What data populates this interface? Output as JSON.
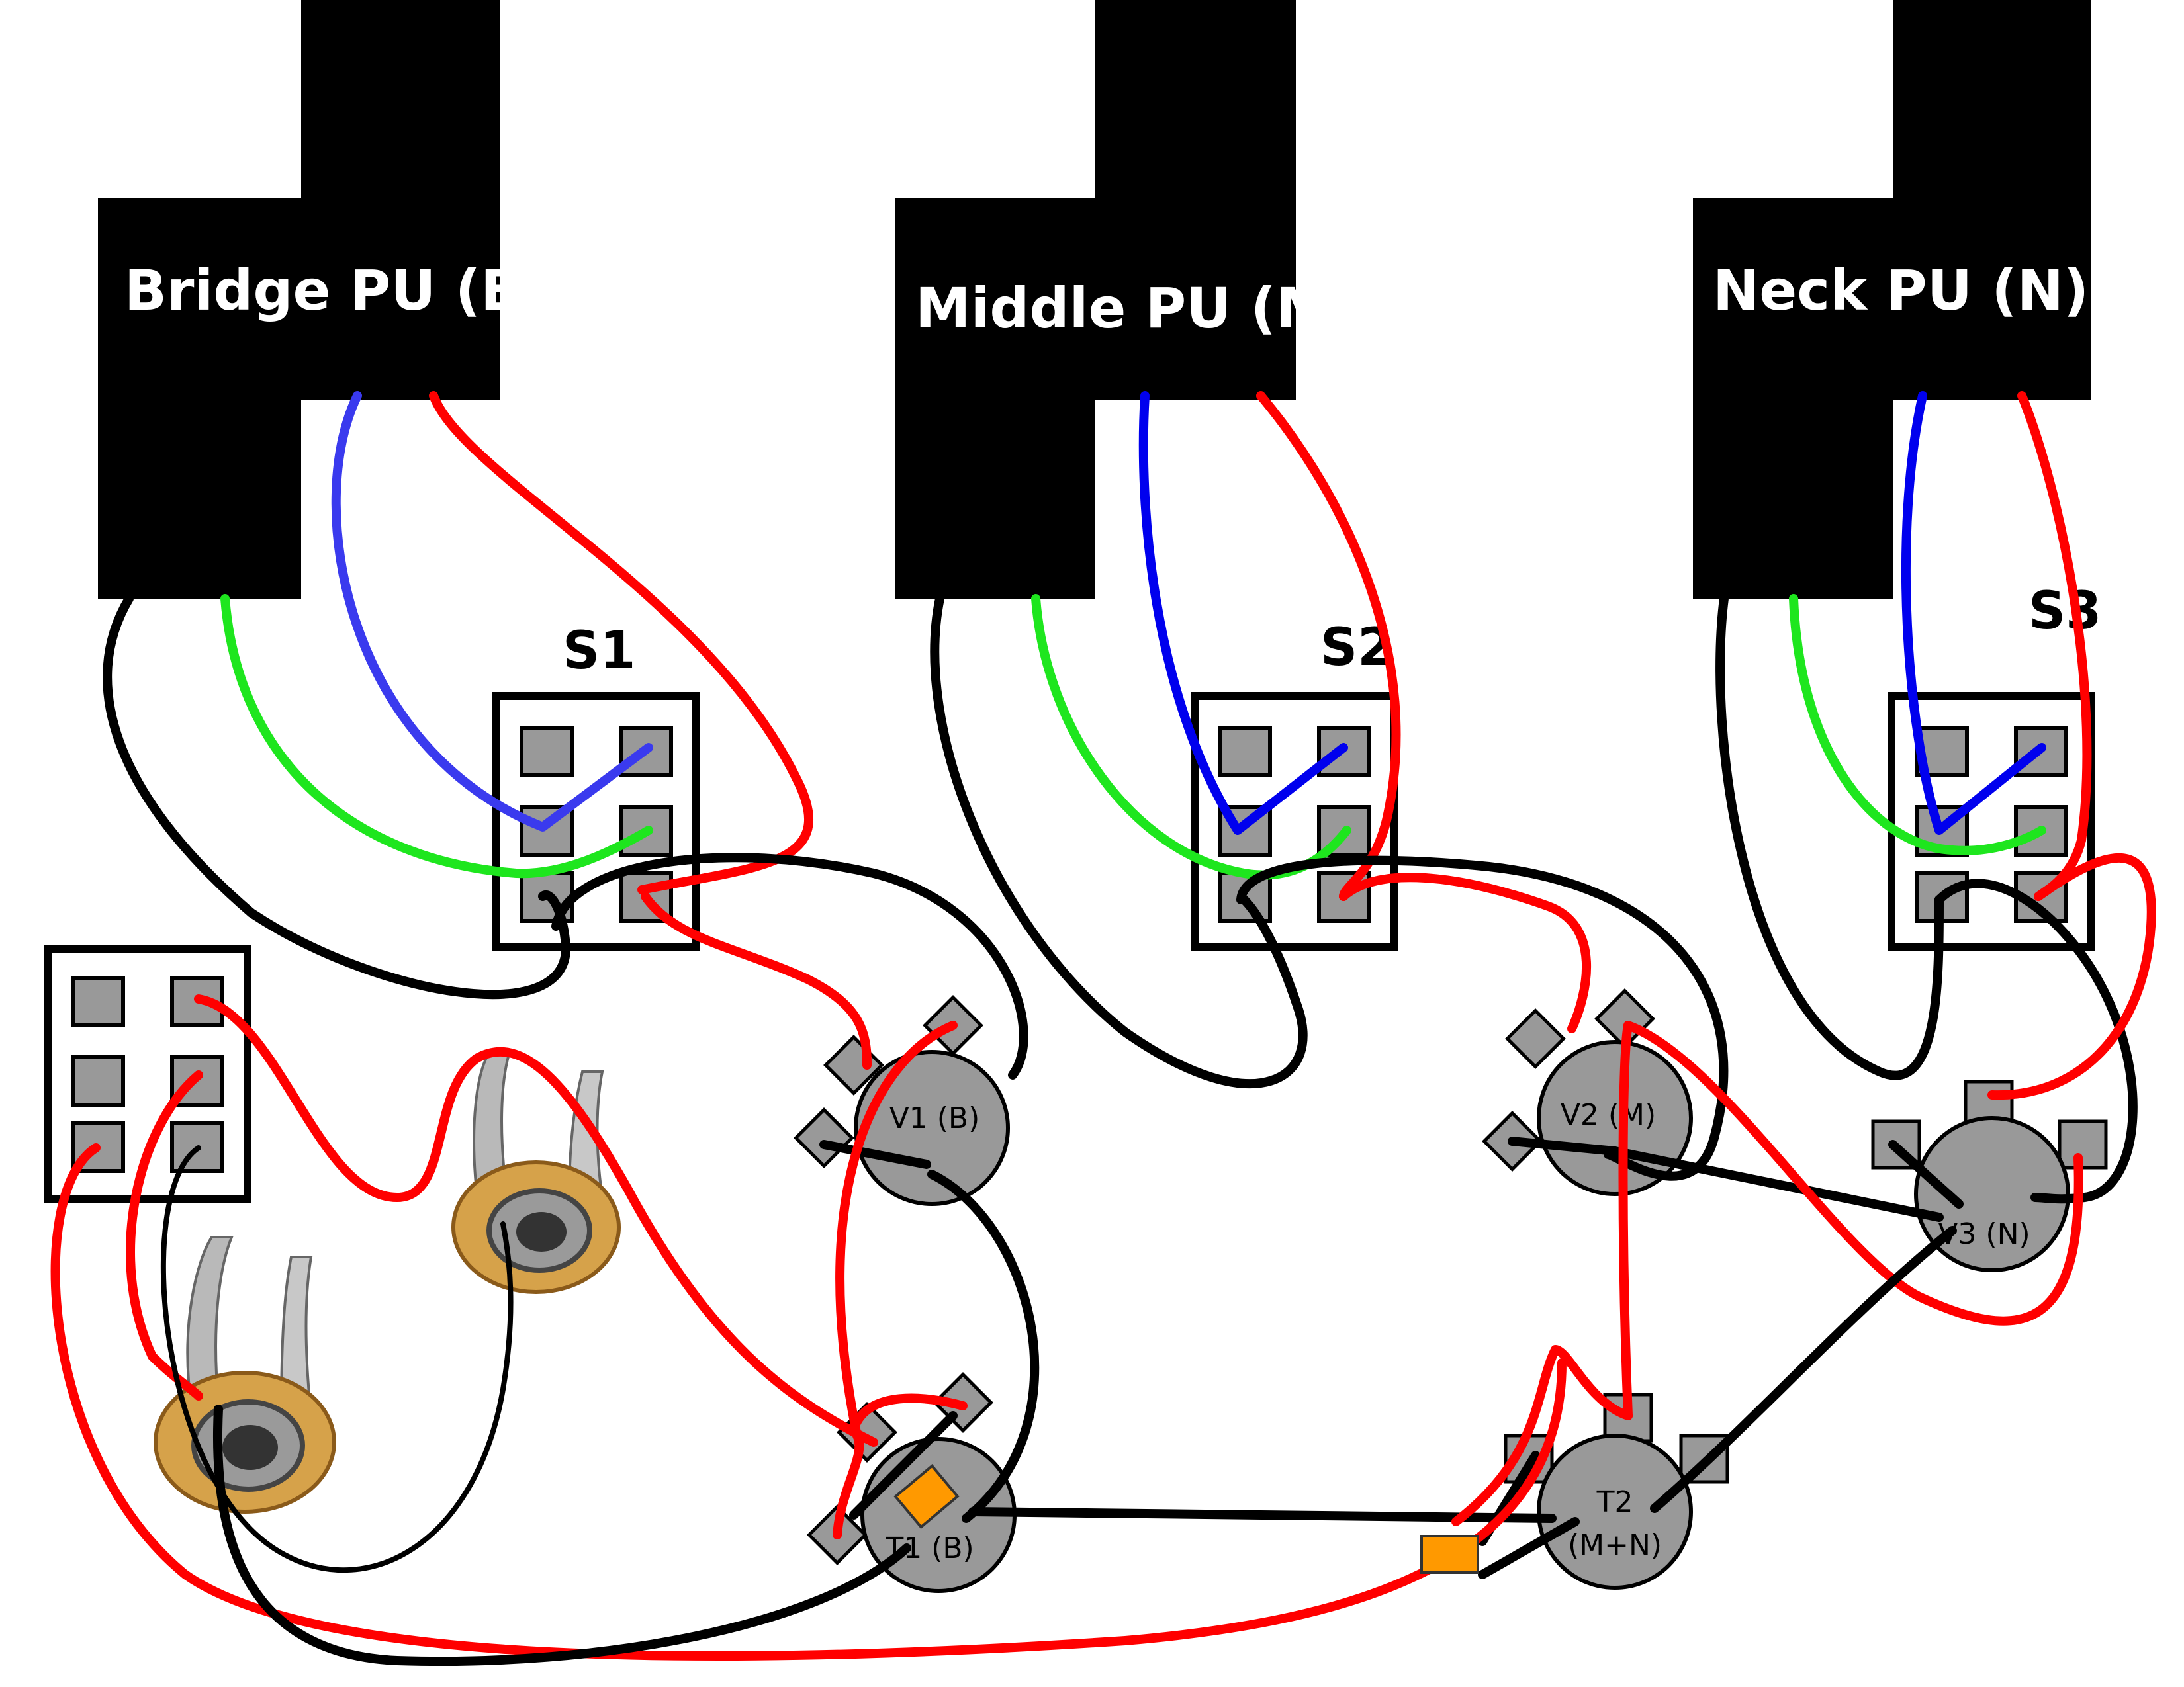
{
  "pickups": [
    {
      "id": "bridge",
      "label": "Bridge PU (B)"
    },
    {
      "id": "middle",
      "label": "Middle PU (M)"
    },
    {
      "id": "neck",
      "label": "Neck PU (N)"
    }
  ],
  "switches": [
    {
      "id": "s1",
      "label": "S1"
    },
    {
      "id": "s2",
      "label": "S2"
    },
    {
      "id": "s3",
      "label": "S3"
    },
    {
      "id": "s4",
      "label": ""
    }
  ],
  "pots": [
    {
      "id": "v1",
      "label": "V1 (B)"
    },
    {
      "id": "v2",
      "label": "V2 (M)"
    },
    {
      "id": "v3",
      "label": "V3 (N)"
    },
    {
      "id": "t1",
      "label": "T1 (B)"
    },
    {
      "id": "t2",
      "label": "T2",
      "label2": "(M+N)"
    }
  ],
  "wire_colors": {
    "hot": "#ff0000",
    "ground": "#000000",
    "coil_blue": "#0000ee",
    "coil_green": "#1ee61e"
  },
  "component_colors": {
    "pickup_body": "#000000",
    "lug": "#999999",
    "capacitor": "#ff9900"
  }
}
